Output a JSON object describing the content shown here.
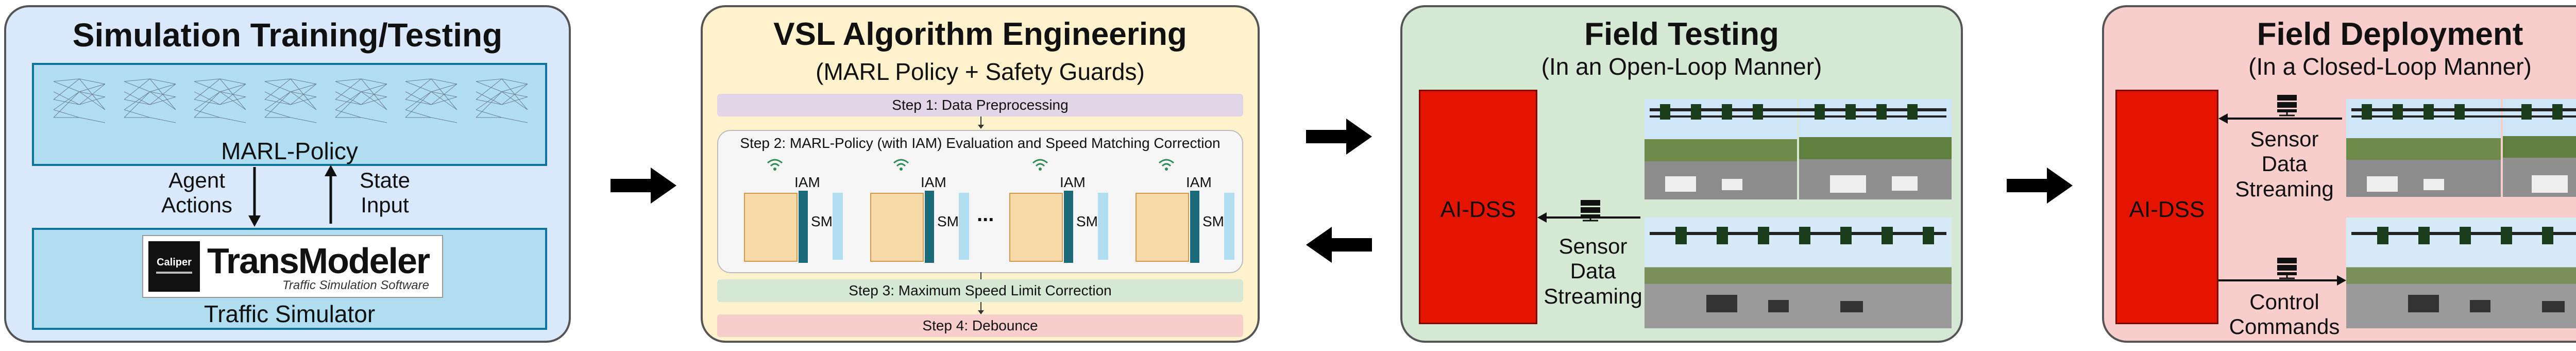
{
  "panel1": {
    "title": "Simulation Training/Testing",
    "marl_label": "MARL-Policy",
    "agent_actions": "Agent\nActions",
    "state_input": "State\nInput",
    "logo_brand": "Caliper",
    "logo_name": "TransModeler",
    "logo_tagline": "Traffic Simulation Software",
    "simulator_label": "Traffic Simulator"
  },
  "panel2": {
    "title": "VSL Algorithm Engineering",
    "subtitle": "(MARL Policy + Safety Guards)",
    "step1": "Step 1: Data Preprocessing",
    "step2": "Step 2: MARL-Policy (with IAM) Evaluation and Speed Matching Correction",
    "step3": "Step 3: Maximum Speed Limit Correction",
    "step4": "Step 4: Debounce",
    "iam_label": "IAM",
    "sm_label": "SM",
    "ellipsis": "..."
  },
  "panel3": {
    "title": "Field Testing",
    "subtitle": "(In an Open-Loop Manner)",
    "aidss": "AI-DSS",
    "sensor": "Sensor\nData\nStreaming"
  },
  "panel4": {
    "title": "Field Deployment",
    "subtitle": "(In a Closed-Loop Manner)",
    "aidss": "AI-DSS",
    "sensor": "Sensor\nData\nStreaming",
    "control": "Control\nCommands"
  },
  "colors": {
    "panel1_bg": "#dae8fc",
    "panel2_bg": "#fff2cc",
    "panel3_bg": "#d5e8d4",
    "panel4_bg": "#f8cecc",
    "aidss_red": "#e51400",
    "marl_box": "#b1ddf0"
  }
}
